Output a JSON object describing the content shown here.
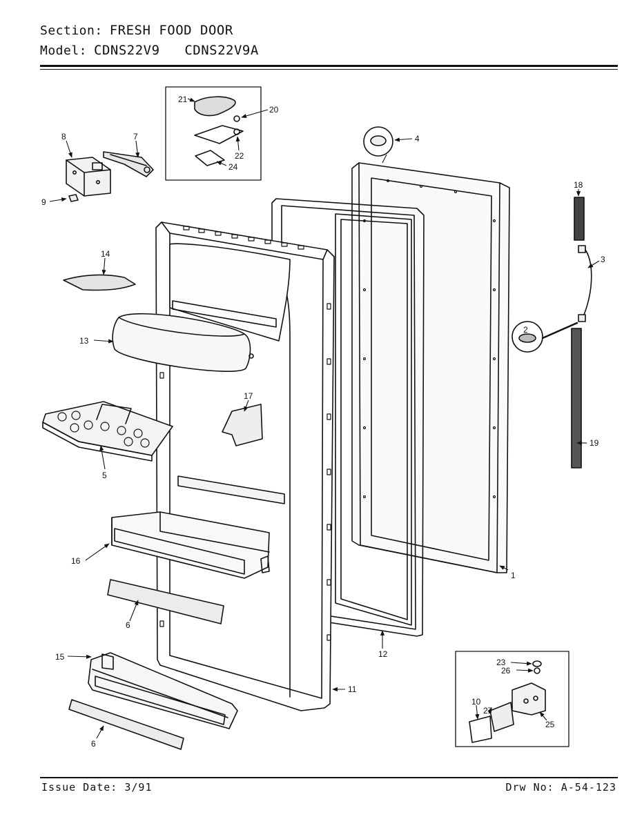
{
  "header": {
    "section_key": "Section:",
    "section_value": "FRESH FOOD DOOR",
    "model_key": "Model:",
    "model_value": "CDNS22V9   CDNS22V9A"
  },
  "footer": {
    "issue_date": "Issue Date: 3/91",
    "drawing_no": "Drw No: A-54-123"
  },
  "callouts": {
    "c1": "1",
    "c2": "2",
    "c3": "3",
    "c4": "4",
    "c5": "5",
    "c6a": "6",
    "c6b": "6",
    "c7": "7",
    "c8": "8",
    "c9": "9",
    "c10": "10",
    "c11": "11",
    "c12": "12",
    "c13": "13",
    "c14": "14",
    "c15": "15",
    "c16": "16",
    "c17": "17",
    "c18": "18",
    "c19": "19",
    "c20": "20",
    "c21": "21",
    "c22": "22",
    "c23": "23",
    "c24": "24",
    "c25": "25",
    "c26": "26",
    "c27": "27"
  }
}
